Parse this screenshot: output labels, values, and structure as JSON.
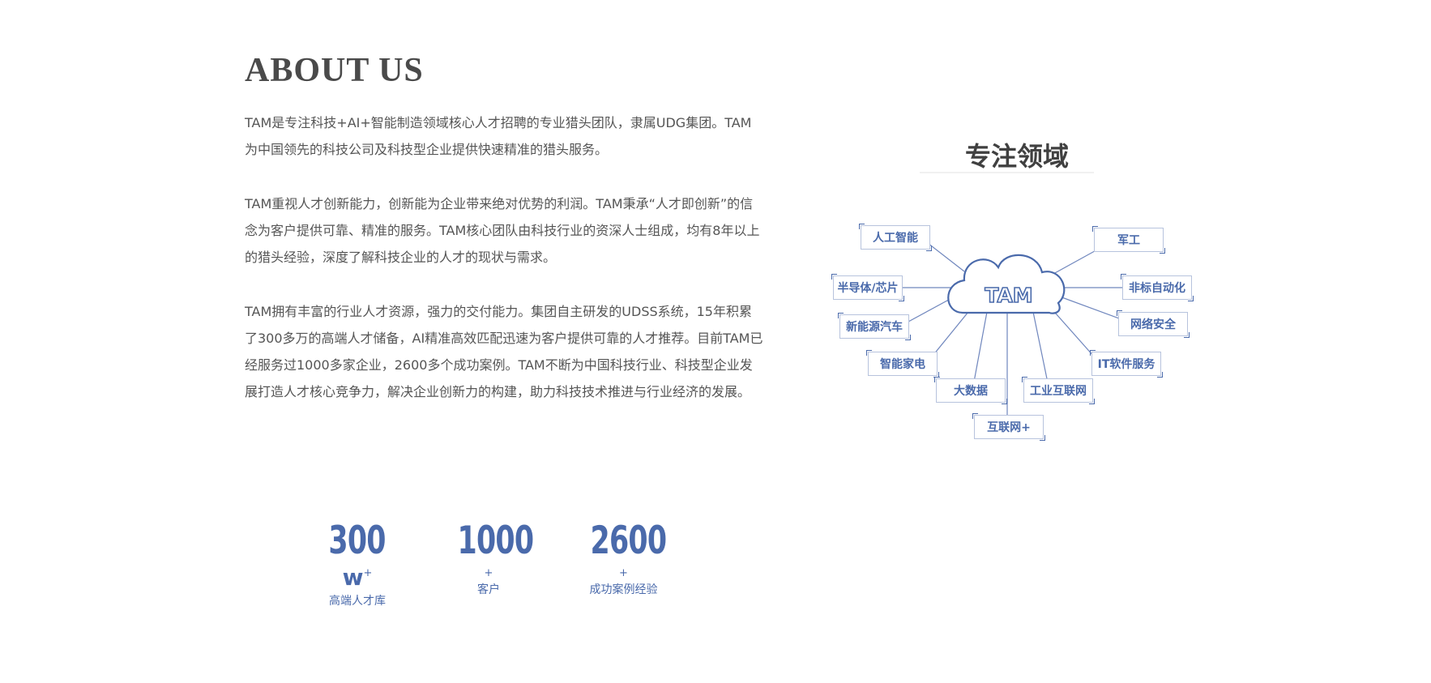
{
  "about": {
    "heading": "ABOUT US",
    "paragraph1": "TAM是专注科技+AI+智能制造领域核心人才招聘的专业猎头团队，隶属UDG集团。TAM为中国领先的科技公司及科技型企业提供快速精准的猎头服务。",
    "paragraph2": "TAM重视人才创新能力，创新能为企业带来绝对优势的利润。TAM秉承“人才即创新”的信念为客户提供可靠、精准的服务。TAM核心团队由科技行业的资深人士组成，均有8年以上的猎头经验，深度了解科技企业的人才的现状与需求。",
    "paragraph3": "TAM拥有丰富的行业人才资源，强力的交付能力。集团自主研发的UDSS系统，15年积累了300多万的高端人才储备，AI精准高效匹配迅速为客户提供可靠的人才推荐。目前TAM已经服务过1000多家企业，2600多个成功案例。TAM不断为中国科技行业、科技型企业发展打造人才核心竞争力，解决企业创新力的构建，助力科技技术推进与行业经济的发展。"
  },
  "stats": [
    {
      "number": "300",
      "unit": "w",
      "plus": "+",
      "label": "高端人才库"
    },
    {
      "number": "1000",
      "unit": "",
      "plus": "+",
      "label": "客户"
    },
    {
      "number": "2600",
      "unit": "",
      "plus": "+",
      "label": "成功案例经验"
    }
  ],
  "diagram": {
    "title": "专注领域",
    "center": "TAM",
    "nodes": [
      "人工智能",
      "半导体/芯片",
      "新能源汽车",
      "智能家电",
      "大数据",
      "互联网+",
      "工业互联网",
      "IT软件服务",
      "网络安全",
      "非标自动化",
      "军工"
    ]
  },
  "colors": {
    "accent": "#4a6aab",
    "text": "#555555",
    "heading": "#4a4a4a"
  }
}
